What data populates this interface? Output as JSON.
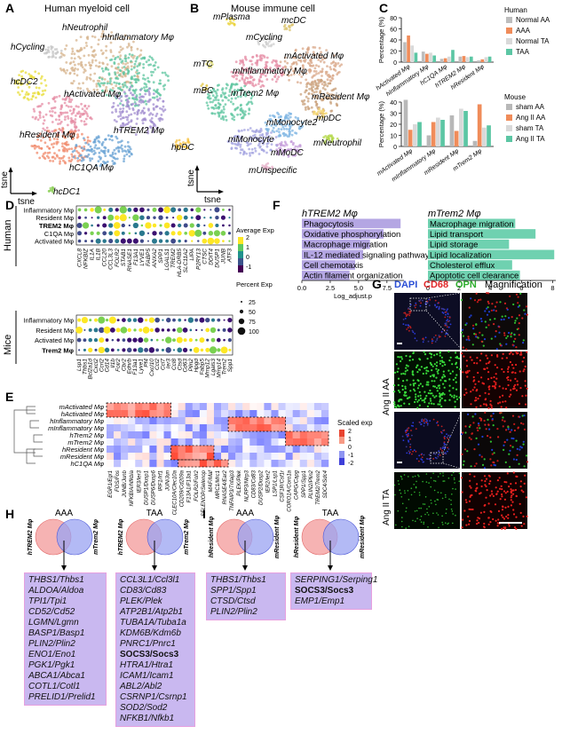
{
  "panels": {
    "A": {
      "letter": "A",
      "title": "Human myeloid cell",
      "axis_x": "tsne",
      "axis_y": "tsne",
      "clusters": [
        {
          "label": "hNeutrophil",
          "color": "#d7b48d"
        },
        {
          "label": "hInflammatory Mφ",
          "color": "#5fc6a0"
        },
        {
          "label": "hCycling",
          "color": "#c7c7c7"
        },
        {
          "label": "hcDC2",
          "color": "#e8de3a"
        },
        {
          "label": "hActivated Mφ",
          "color": "#e58da6"
        },
        {
          "label": "hTREM2 Mφ",
          "color": "#a38fd0"
        },
        {
          "label": "hpDC",
          "color": "#f5c242"
        },
        {
          "label": "hResident Mφ",
          "color": "#f08a6b"
        },
        {
          "label": "hC1QA Mφ",
          "color": "#6aa3d4"
        },
        {
          "label": "hcDC1",
          "color": "#8dd05a"
        }
      ]
    },
    "B": {
      "letter": "B",
      "title": "Mouse immune cell",
      "axis_x": "tsne",
      "axis_y": "tsne",
      "clusters": [
        {
          "label": "mPlasma",
          "color": "#ead23a"
        },
        {
          "label": "mcDC",
          "color": "#d9c16c"
        },
        {
          "label": "mCycling",
          "color": "#cfcfcf"
        },
        {
          "label": "mActivated Mφ",
          "color": "#d9a88a"
        },
        {
          "label": "mTC",
          "color": "#d6d36a"
        },
        {
          "label": "mInflammatory Mφ",
          "color": "#e58da6"
        },
        {
          "label": "mBC",
          "color": "#e4c84a"
        },
        {
          "label": "mTrem2 Mφ",
          "color": "#5fc6a0"
        },
        {
          "label": "mResident Mφ",
          "color": "#c9a27c"
        },
        {
          "label": "mMonocyte2",
          "color": "#7fb6e3"
        },
        {
          "label": "mpDC",
          "color": "#f3d36a"
        },
        {
          "label": "mMonocyte",
          "color": "#a3a3e0"
        },
        {
          "label": "mNeutrophil",
          "color": "#b4d84a"
        },
        {
          "label": "mMoDC",
          "color": "#c49cd9"
        },
        {
          "label": "mUnspecific",
          "color": "#e6b0c8"
        }
      ]
    },
    "C": {
      "letter": "C"
    },
    "D": {
      "letter": "D",
      "row_label_human": "Human",
      "row_label_mice": "Mice",
      "human_rows": [
        "Inflammatory Mφ",
        "Resident Mφ",
        "TREM2 Mφ",
        "C1QA Mφ",
        "Activated Mφ"
      ],
      "human_genes": [
        "CXCL8",
        "NFKBIZ",
        "IL1A",
        "IL1B",
        "CCL20",
        "CCL3L3",
        "FOLR2",
        "STAB1",
        "RNASE1",
        "F13A1",
        "LYVE1",
        "FABP5",
        "ANXA2",
        "SPP1",
        "LGALS1",
        "TREM2",
        "HLA-DRB5",
        "SLC11A2",
        "LIPA",
        "P2RY13",
        "CTSC",
        "DDIT4",
        "DUSP1",
        "JUNB",
        "ATF3"
      ],
      "mice_rows": [
        "Inflammatory Mφ",
        "Resident Mφ",
        "Activated Mφ",
        "Trem2 Mφ"
      ],
      "mice_genes": [
        "Lsp1",
        "Thbs1",
        "Bcl2a1d",
        "Cxcl2",
        "Ccrl2",
        "Cd14",
        "Il1b",
        "Folr2",
        "Cbr2",
        "Ednrb",
        "F13a1",
        "Lyve1",
        "Pf4",
        "Cxcl10",
        "Ccl2",
        "Ccl7",
        "Ier3",
        "Ccl8",
        "Ctsd",
        "Cd63",
        "Plin2",
        "Hpgd",
        "Fabp5",
        "Mmp12",
        "Lgals3",
        "Mmp14",
        "Trem2",
        "Spp1"
      ],
      "legend_title": "Average Exp",
      "legend_ticks": [
        "2",
        "1",
        "0",
        "-1"
      ],
      "size_title": "Percent Exp",
      "size_values": [
        "25",
        "50",
        "75",
        "100"
      ]
    },
    "E": {
      "letter": "E",
      "legend_title": "Scaled exp",
      "legend_ticks": [
        "2",
        "1",
        "0",
        "-1",
        "-2"
      ],
      "rows": [
        "mActivated Mφ",
        "hActivated Mφ",
        "hInflammatory Mφ",
        "mInflammatory Mφ",
        "hTrem2 Mφ",
        "mTrem2 Mφ",
        "hResident Mφ",
        "mResident Mφ",
        "hC1QA Mφ"
      ],
      "genes": [
        "EGR1/Egr1",
        "FOS/Fos",
        "JUNB/Junb",
        "NFKBIA/Nfkbia",
        "IER3/Ier3",
        "DUSP1/Dusp1",
        "DUSP6/Dusp6",
        "IRF1/Irf1",
        "JUN/Jun",
        "CLEC10A/Clec10a",
        "CD209/Cd209a",
        "F13A1/F13a1",
        "FOLR2/Folr2",
        "SELENOP/Selenop",
        "MAF/Maf",
        "MRC1/Mrc1",
        "RNASE4/Ear2",
        "TNFAIP3/Tnfaip3",
        "PLEK/Plek",
        "NLRP3/Nlrp3",
        "CD83/Cd83",
        "DUSP2/Dusp2",
        "IER2/Ier2",
        "LSP1/Lsp1",
        "CSF1R/Csf1r",
        "CORO1A/Coro1a",
        "CAPG/Capg",
        "SPP1/Spp1",
        "PLIN2/Plin2",
        "TREM2/Trem2",
        "SDC4/Sdc4"
      ]
    },
    "F": {
      "letter": "F",
      "human_title": "hTREM2 Mφ",
      "mouse_title": "mTrem2 Mφ",
      "xlabel": "Log_adjust.p",
      "human_ticks": [
        "0.0",
        "2.5",
        "5.0",
        "7.5"
      ],
      "mouse_ticks": [
        "0",
        "2",
        "4",
        "6",
        "8"
      ]
    },
    "G": {
      "letter": "G",
      "stain_dapi": "DAPI",
      "stain_cd68": "CD68",
      "stain_opn": "OPN",
      "magnification": "Magnification",
      "row1": "Ang II AA",
      "row2": "Ang II TA"
    },
    "H": {
      "letter": "H",
      "aaa": {
        "title": "AAA",
        "left": "hTREM2 Mφ",
        "right": "mTrem2 Mφ",
        "genes": [
          "THBS1/Thbs1",
          "ALDOA/Aldoa",
          "TPI1/Tpi1",
          "CD52/Cd52",
          "LGMN/Lgmn",
          "BASP1/Basp1",
          "PLIN2/Plin2",
          "ENO1/Eno1",
          "PGK1/Pgk1",
          "ABCA1/Abca1",
          "COTL1/Cotl1",
          "PRELID1/Prelid1"
        ]
      },
      "taa": {
        "title": "TAA",
        "left": "hTREM2 Mφ",
        "right": "mTrem2 Mφ",
        "genes": [
          "CCL3L1/Ccl3l1",
          "CD83/Cd83",
          "PLEK/Plek",
          "ATP2B1/Atp2b1",
          "TUBA1A/Tuba1a",
          "KDM6B/Kdm6b",
          "PNRC1/Pnrc1",
          "SOCS3/Socs3",
          "HTRA1/Htra1",
          "ICAM1/Icam1",
          "ABL2/Abl2",
          "CSRNP1/Csrnp1",
          "SOD2/Sod2",
          "NFKB1/Nfkb1"
        ],
        "bold": [
          "SOCS3/Socs3"
        ]
      }
    },
    "I": {
      "letter": "I",
      "aaa": {
        "title": "AAA",
        "left": "hResident Mφ",
        "right": "mResident Mφ",
        "genes": [
          "THBS1/Thbs1",
          "SPP1/Spp1",
          "CTSD/Ctsd",
          "PLIN2/Plin2"
        ]
      },
      "taa": {
        "title": "TAA",
        "left": "hResident Mφ",
        "right": "mResident Mφ",
        "genes": [
          "SERPING1/Serping1",
          "SOCS3/Socs3",
          "EMP1/Emp1"
        ],
        "bold": [
          "SOCS3/Socs3"
        ]
      }
    }
  },
  "chart_data": [
    {
      "type": "bar",
      "panel": "C-top",
      "ylabel": "Percentage (%)",
      "categories": [
        "hActivated Mφ",
        "hInflammatory Mφ",
        "hC1QA Mφ",
        "hTREM2 Mφ",
        "hResident Mφ"
      ],
      "legend_title": "Human",
      "series": [
        {
          "name": "Normal AA",
          "color": "#bdbdbd",
          "values": [
            36,
            19,
            6,
            10,
            3
          ]
        },
        {
          "name": "AAA",
          "color": "#f08c5a",
          "values": [
            48,
            15,
            7,
            11,
            5
          ]
        },
        {
          "name": "Normal TA",
          "color": "#d9d9d9",
          "values": [
            30,
            17,
            10,
            9,
            9
          ]
        },
        {
          "name": "TAA",
          "color": "#5cc6a4",
          "values": [
            17,
            12,
            22,
            10,
            10
          ]
        }
      ],
      "ylim": [
        0,
        80
      ],
      "yticks": [
        0,
        20,
        40,
        60,
        80
      ]
    },
    {
      "type": "bar",
      "panel": "C-bottom",
      "ylabel": "Percentage (%)",
      "categories": [
        "mActivated Mφ",
        "mInflammatory Mφ",
        "mResident Mφ",
        "mTrem2 Mφ"
      ],
      "legend_title": "Mouse",
      "series": [
        {
          "name": "sham AA",
          "color": "#b8b8b8",
          "values": [
            42,
            10,
            28,
            5
          ]
        },
        {
          "name": "Ang II AA",
          "color": "#f08c5a",
          "values": [
            15,
            22,
            14,
            38
          ]
        },
        {
          "name": "sham TA",
          "color": "#d9d9d9",
          "values": [
            20,
            26,
            34,
            17
          ]
        },
        {
          "name": "Ang II TA",
          "color": "#5cc6a4",
          "values": [
            22,
            24,
            32,
            19
          ]
        }
      ],
      "ylim": [
        0,
        40
      ],
      "yticks": [
        0,
        10,
        20,
        30,
        40
      ]
    },
    {
      "type": "bar",
      "panel": "F-left",
      "orientation": "horizontal",
      "xlabel": "Log_adjust.p",
      "title": "hTREM2 Mφ",
      "categories": [
        "Phagocytosis",
        "Oxidative phosphorylation",
        "Macrophage migration",
        "IL-12 mediated signaling pathway",
        "Cell chemotaxis",
        "Actin filament organization"
      ],
      "values": [
        8.7,
        7.2,
        6.0,
        5.4,
        4.7,
        4.2
      ],
      "color": "#b4a6e3",
      "xlim": [
        0,
        9
      ]
    },
    {
      "type": "bar",
      "panel": "F-right",
      "orientation": "horizontal",
      "xlabel": "Log_adjust.p",
      "title": "mTrem2 Mφ",
      "categories": [
        "Macrophage migration",
        "Lipid transport",
        "Lipid storage",
        "Lipid localization",
        "Cholesterol efflux",
        "Apoptotic cell clearance"
      ],
      "values": [
        5.6,
        6.9,
        5.2,
        8.1,
        5.4,
        5.9
      ],
      "color": "#6fd1b0",
      "xlim": [
        0,
        8.2
      ]
    }
  ]
}
